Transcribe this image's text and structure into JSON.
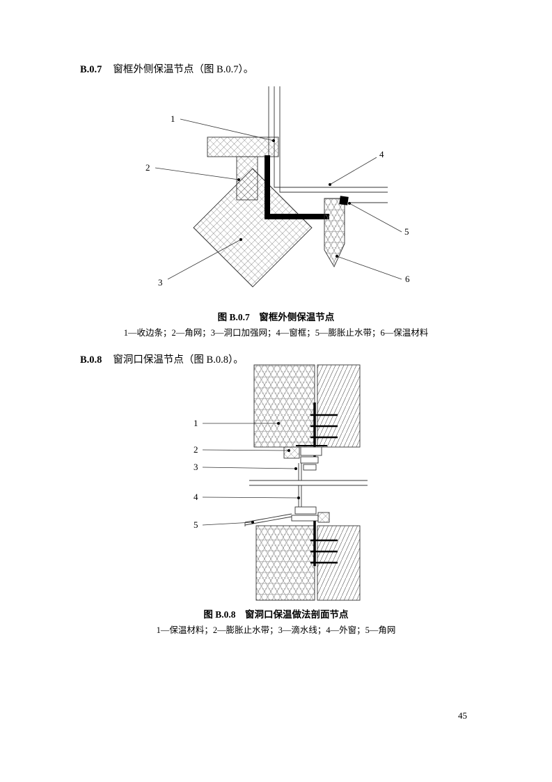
{
  "page_number": "45",
  "sections": [
    {
      "clause": "B.0.7",
      "title": "窗框外侧保温节点（图 B.0.7）。",
      "caption": "图 B.0.7　窗框外侧保温节点",
      "legend": "1—收边条；2—角网；3—洞口加强网；4—窗框；5—膨胀止水带；6—保温材料",
      "labels": [
        "1",
        "2",
        "3",
        "4",
        "5",
        "6"
      ]
    },
    {
      "clause": "B.0.8",
      "title": "窗洞口保温节点（图 B.0.8）。",
      "caption": "图 B.0.8　窗洞口保温做法剖面节点",
      "legend": "1—保温材料；2—膨胀止水带；3—滴水线；4—外窗；5—角网",
      "labels": [
        "1",
        "2",
        "3",
        "4",
        "5"
      ]
    }
  ]
}
